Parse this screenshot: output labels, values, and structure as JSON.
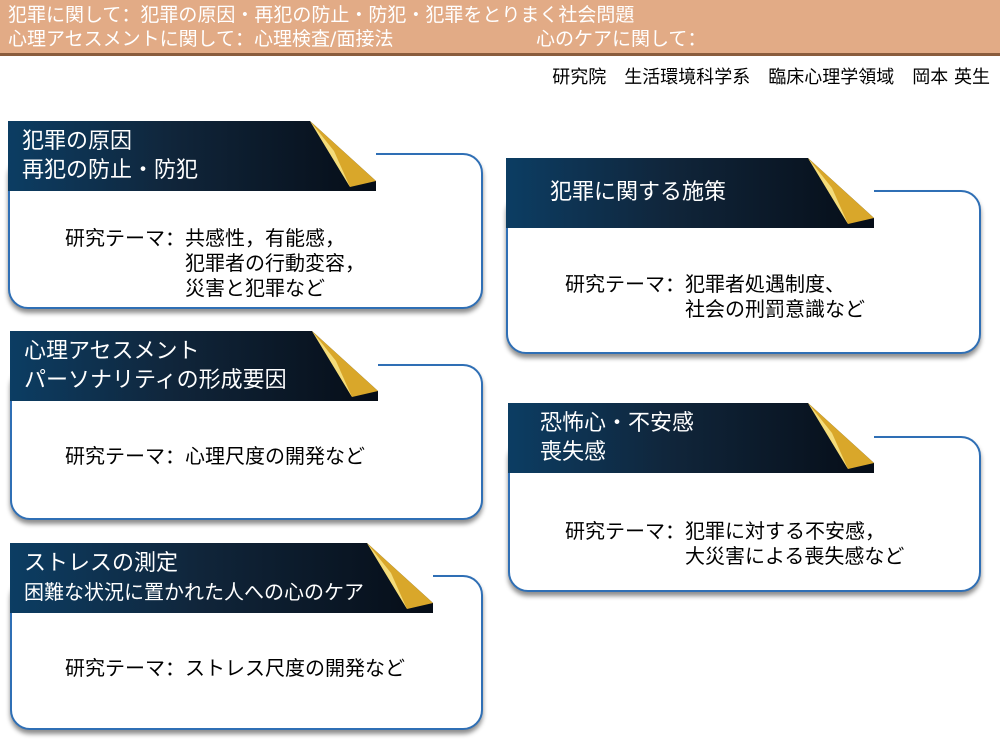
{
  "header": {
    "line1": "犯罪に関して：犯罪の原因・再犯の防止・防犯・犯罪をとりまく社会問題",
    "line2": "心理アセスメントに関して：心理検査/面接法",
    "line2_care": "心のケアに関して："
  },
  "affiliation": "研究院　生活環境科学系　臨床心理学領域　岡本 英生",
  "theme_key": "研究テーマ：",
  "cards": [
    {
      "title": [
        "犯罪の原因",
        "再犯の防止・防犯"
      ],
      "themes": [
        "共感性，有能感，",
        "犯罪者の行動変容，",
        "災害と犯罪など"
      ]
    },
    {
      "title": [
        "犯罪に関する施策"
      ],
      "themes": [
        "犯罪者処遇制度、",
        "社会の刑罰意識など"
      ]
    },
    {
      "title": [
        "心理アセスメント",
        "パーソナリティの形成要因"
      ],
      "themes": [
        "心理尺度の開発など"
      ]
    },
    {
      "title": [
        "恐怖心・不安感",
        "喪失感"
      ],
      "themes": [
        "犯罪に対する不安感，",
        "大災害による喪失感など"
      ]
    },
    {
      "title": [
        "ストレスの測定",
        "困難な状況に置かれた人への心のケア"
      ],
      "themes": [
        "ストレス尺度の開発など"
      ]
    }
  ],
  "colors": {
    "header_bg": "#e2ab86",
    "header_border": "#8a5c3c",
    "card_border": "#2f6fb5",
    "label_dark": "#0c1a2a",
    "curl_gold": "#d9a72a"
  },
  "icons": {
    "page_curl": "folded-corner-icon"
  }
}
